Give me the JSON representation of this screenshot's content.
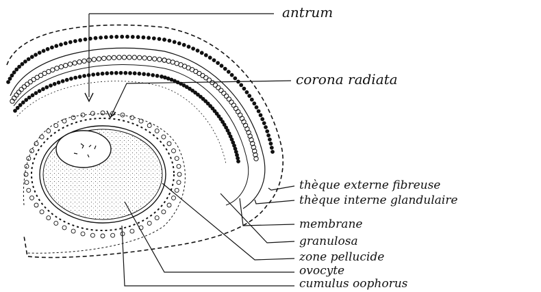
{
  "diagram": {
    "labels": {
      "antrum": "antrum",
      "corona_radiata": "corona radiata",
      "theque_externe": "thèque externe fibreuse",
      "theque_interne": "thèque interne glandulaire",
      "membrane": "membrane",
      "granulosa": "granulosa",
      "zone_pellucide": "zone pellucide",
      "ovocyte": "ovocyte",
      "cumulus": "cumulus oophorus"
    },
    "colors": {
      "ink": "#111111",
      "paper": "#ffffff"
    }
  }
}
